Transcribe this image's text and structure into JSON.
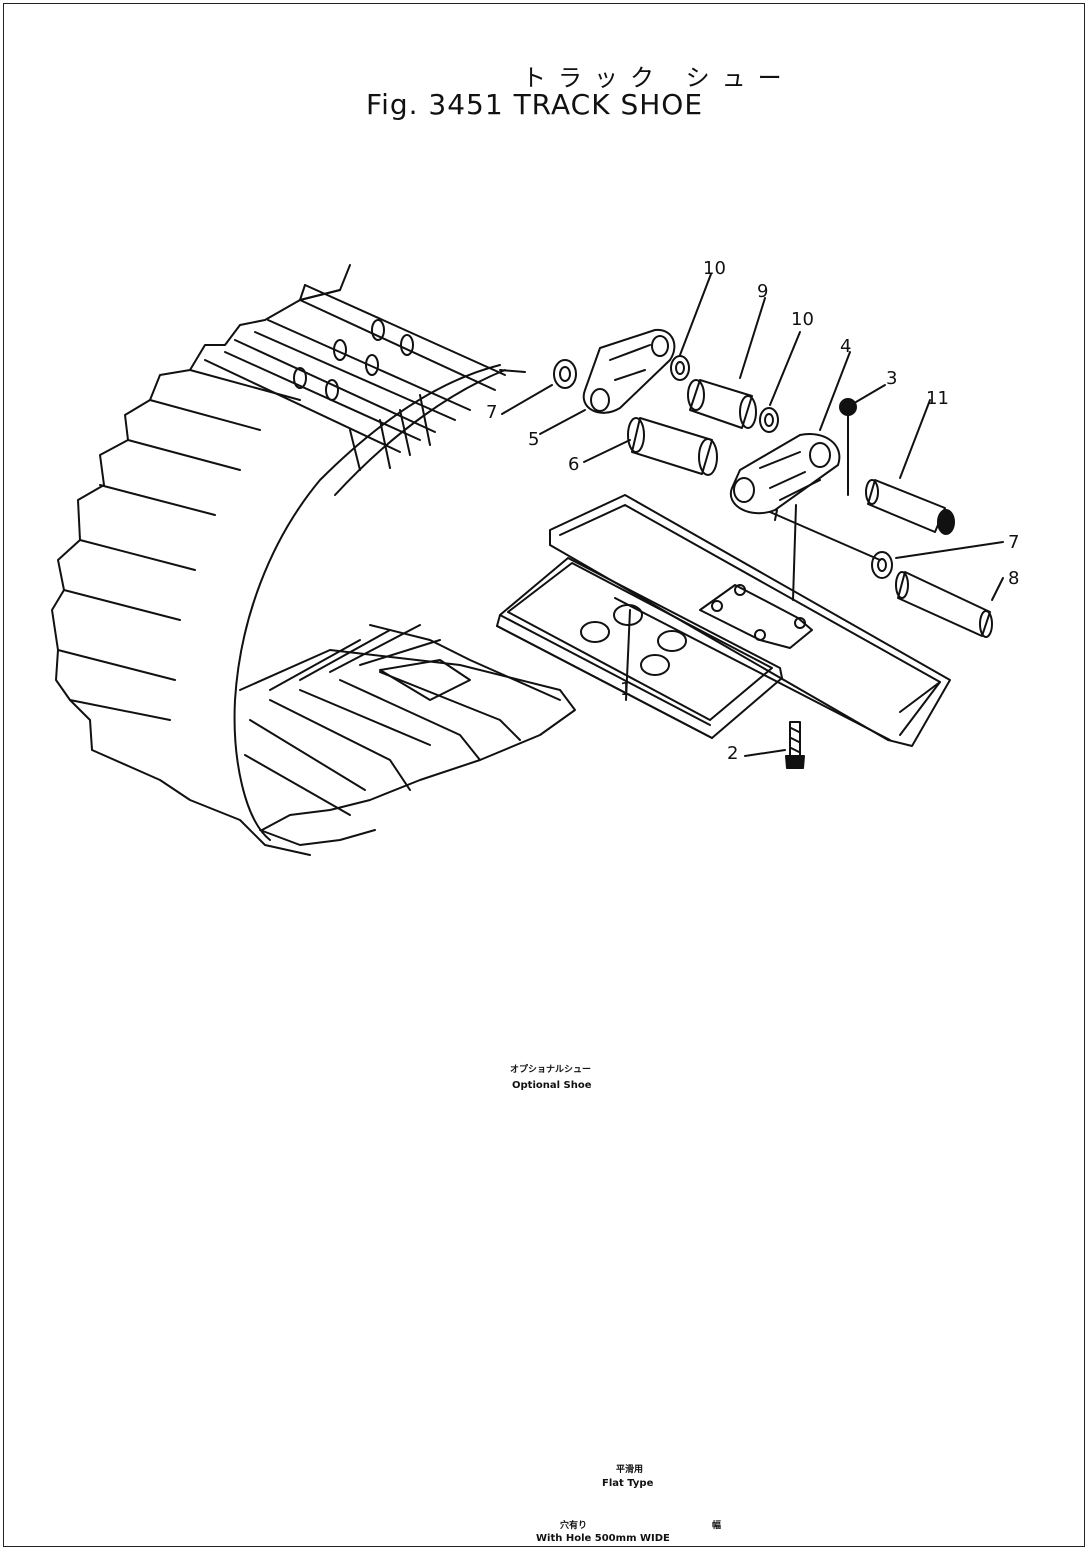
{
  "title": {
    "japanese": "トラック シュー",
    "english": "Fig. 3451 TRACK SHOE"
  },
  "callouts": [
    {
      "id": "c1",
      "label": "1"
    },
    {
      "id": "c2",
      "label": "2"
    },
    {
      "id": "c3",
      "label": "3"
    },
    {
      "id": "c4",
      "label": "4"
    },
    {
      "id": "c5",
      "label": "5"
    },
    {
      "id": "c6",
      "label": "6"
    },
    {
      "id": "c7a",
      "label": "7"
    },
    {
      "id": "c7b",
      "label": "7"
    },
    {
      "id": "c8",
      "label": "8"
    },
    {
      "id": "c9",
      "label": "9"
    },
    {
      "id": "c10a",
      "label": "10"
    },
    {
      "id": "c10b",
      "label": "10"
    },
    {
      "id": "c11",
      "label": "11"
    }
  ],
  "optional_shoe": {
    "japanese": "オプショナルシュー",
    "english": "Optional Shoe"
  },
  "flat_type": {
    "japanese": "平滑用",
    "english": "Flat Type"
  },
  "hole_note": {
    "japanese_left": "穴有り",
    "japanese_right": "幅",
    "english": "With Hole 500mm WIDE"
  }
}
